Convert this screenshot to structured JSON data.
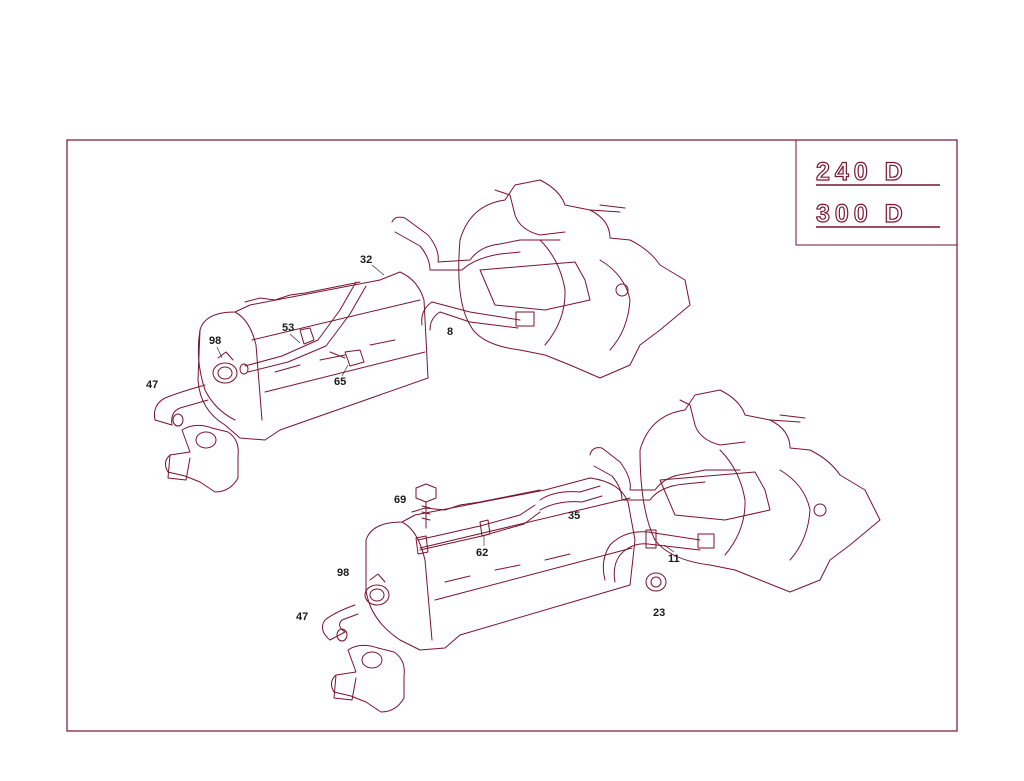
{
  "colors": {
    "line": "#7a1230",
    "text": "#1a1a1a",
    "background": "#ffffff"
  },
  "models": [
    "240 D",
    "300 D"
  ],
  "upper_assembly": {
    "callouts": [
      "32",
      "53",
      "98",
      "47",
      "65",
      "8"
    ]
  },
  "lower_assembly": {
    "callouts": [
      "69",
      "35",
      "62",
      "98",
      "11",
      "47",
      "23"
    ]
  }
}
